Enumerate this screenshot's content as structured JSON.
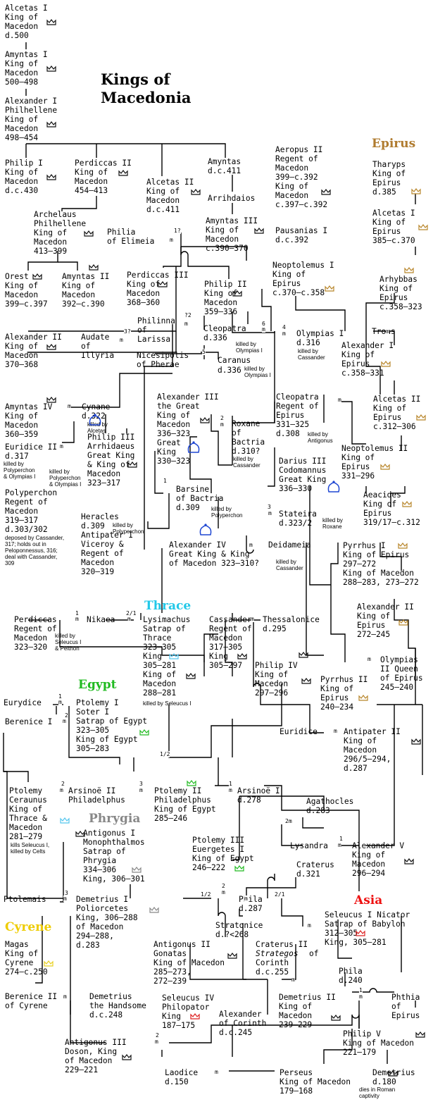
{
  "title": "Kings of\nMacedonia",
  "colors": {
    "line": "#000000",
    "crown_macedon": "#111111",
    "crown_epirus": "#b8862b",
    "crown_thrace": "#55c6ee",
    "crown_egypt": "#22bb22",
    "crown_phrygia": "#888888",
    "crown_asia": "#dd2222",
    "crown_cyrene": "#e8d020",
    "blue_crown": "#1e46d2",
    "region_epirus": "#b07c30",
    "region_thrace": "#22c8e8",
    "region_egypt": "#22bb22",
    "region_phrygia": "#888888",
    "region_asia": "#ee1111",
    "region_cyrene": "#eecc00"
  },
  "regions": {
    "epirus": "Epirus",
    "thrace": "Thrace",
    "egypt": "Egypt",
    "phrygia": "Phrygia",
    "asia": "Asia",
    "cyrene": "Cyrene"
  },
  "people": {
    "alcetas_i": "Alcetas I\nKing of\nMacedon\nd.500",
    "amyntas_i": "Amyntas I\nKing of\nMacedon\n500–498",
    "alexander_i": "Alexander I\nPhilhellene\nKing of\nMacedon\n498–454",
    "philip_i": "Philip I\nKing of\nMacedon\nd.c.430",
    "perdiccas_ii": "Perdiccas II\nKing of\nMacedon\n454–413",
    "alcetas_ii": "Alcetas II\nKing of\nMacedon\nd.c.411",
    "amyntas_m": "Amyntas\nd.c.411",
    "arrihdaios": "Arrihdaios",
    "amyntas_iii": "Amyntas III\nKing of\nMacedon\nc.390–370",
    "archelaus": "Archelaus\nPhilhellene\nKing of\nMacedon\n413–399",
    "philia": "Philia\nof Elimeia",
    "orest": "Orest\nKing of\nMacedon\n399–c.397",
    "amyntas_ii": "Amyntas II\nKing of\nMacedon\n392–c.390",
    "perdiccas_iii": "Perdiccas III\nKing of\nMacedon\n368–360",
    "philip_ii": "Philip II\nKing of\nMacedon\n359–336",
    "philinna": "Philinna\nof\nLarissa",
    "alexander_ii": "Alexander II\nKing of\nMacedon\n370–368",
    "audate": "Audate\nof\nIllyria",
    "cleopatra_a": "Cleopatra",
    "cleopatra_a_d": "d.336",
    "nicesipolis": "Nicesipolis\nof Pherae",
    "caranus": "Caranus",
    "caranus_d": "d.336",
    "amyntas_iv": "Amyntas IV",
    "amyntas_iv_b": "King of\nMacedon\n360–359",
    "cynane": "Cynane\nd.322",
    "euridice_ii": "Euridice II",
    "euridice_ii_d": "d.317",
    "philip_iii": "Philip III\nArrhidaeus\nGreat King\n& King of\nMacedon\n323–317",
    "alexander_iii": "Alexander III\nthe Great\nKing of\nMacedon\n336–323\nGreat\nKing\n330–323",
    "roxane": "Roxane\nof\nBactria\nd.310?",
    "barsine": "Barsine\nof Bactria\nd.309",
    "polyperchon": "Polyperchon\nRegent of\nMacedon\n319–317\nd.303/302",
    "heracles": "Heracles\nd.309",
    "antipater_i": "Antipater I\nViceroy &\nRegent of\nMacedon\n320–319",
    "alexander_iv": "Alexander IV",
    "alexander_iv_b": "Great King & King\nof Macedon 323–310?",
    "deidameia": "Deidameia",
    "aeropus_ii": "Aeropus II\nRegent of\nMacedon\n399–c.392\nKing of\nMacedon\nc.397–c.392",
    "pausanias_i": "Pausanias I\nd.c.392",
    "neoptolemus_i": "Neoptolemus I\nKing of\nEpirus\nc.370–c.358",
    "olympias_i": "Olympias I\nd.316",
    "cleopatra_b": "Cleopatra\nRegent of\nEpirus\n331–325\nd.308",
    "darius_iii": "Darius III\nCodomannus\nGreat King\n336–330",
    "stateira": "Stateira\nd.323/2",
    "tharyps": "Tharyps\nKing of\nEpirus\nd.385",
    "alcetas_i_ep": "Alcetas I\nKing of\nEpirus\n385–c.370",
    "arhybbas": "Arhybbas\nKing of\nEpirus\nc.358–323",
    "troas": "Troas",
    "alexander_i_ep": "Alexander I\nKing of\nEpirus\nc.358–331",
    "alcetas_ii_ep": "Alcetas II\nKing of\nEpirus\nc.312–306",
    "neoptolemus_ii": "Neoptolemus II\nKing of\nEpirus\n331–296",
    "aeacides": "Aeacides\nKing of\nEpirus\n319/17–c.312",
    "pyrrhus_i": "Pyrrhus I\nKing of Epirus\n297–272\nKing of Macedon\n288–283, 273–272",
    "alexander_ii_ep": "Alexander II\nKing of\nEpirus\n272–245",
    "olympias_ii": "Olympias\nII Queen\nof Epirus\n245–240",
    "pyrrhus_ii": "Pyrrhus II\nKing of\nEpirus\n240–234",
    "perdiccas": "Perdiccas\nRegent of\nMacedon\n323–320",
    "nikaea": "Nikaea",
    "lysimachus": "Lysimachus\nSatrap of\nThrace\n323–305\nKing\n305–281\nKing of\nMacedon\n288–281",
    "cassander": "Cassander\nRegent of\nMacedon\n317–305\nKing\n305–297",
    "thessalonice": "Thessalonice\nd.295",
    "philip_iv": "Philip IV\nKing of\nMacedon\n297–296",
    "eurydice": "Eurydice",
    "berenice_i": "Berenice I",
    "ptolemy_i": "Ptolemy I\nSoter I\nSatrap of Egypt\n323–305\nKing of Egypt\n305–283",
    "euridice_b": "Euridice",
    "antipater_ii": "Antipater II\nKing of\nMacedon\n296/5–294,\nd.287",
    "ptolemy_ceraunus": "Ptolemy\nCeraunus\nKing of\nThrace &\nMacedon\n281–279",
    "arsinoe_ii": "Arsinoë II\nPhiladelphus",
    "ptolemy_ii": "Ptolemy II\nPhiladelphus\nKing of Egypt\n285–246",
    "arsinoe_i": "Arsinoë I\nd.278",
    "agathocles": "Agathocles\nd.283",
    "lysandra": "Lysandra",
    "alexander_v": "Alexander V\nKing of\nMacedon\n296–294",
    "antigonus_i": "Antigonus I\nMonophthalmos\nSatrap of\nPhrygia\n334–306\nKing, 306–301",
    "ptolemy_iii": "Ptolemy III\nEuergetes I\nKing of Egypt\n246–222",
    "craterus": "Craterus\nd.321",
    "ptolemais": "Ptolemais",
    "demetrius_i": "Demetrius I\nPoliorcetes\nKing, 306–288\nof Macedon\n294–288,\nd.283",
    "phila": "Phila\nd.287",
    "seleucus_i": "Seleucus I Nicator\nSatrap of Babylon\n312–305\nKing, 305–281",
    "stratonice": "Stratonice\nd.?<268",
    "craterus_ii_a": "Craterus II",
    "craterus_ii_b": "Strategos",
    "craterus_ii_c": "of\nCorinth\nd.c.255",
    "antigonus_ii": "Antigonus II\nGonatas\nKing of Macedon\n285–273,\n272–239",
    "magas": "Magas\nKing of\nCyrene\n274–c.250",
    "berenice_ii": "Berenice II\nof Cyrene",
    "demetrius_handsome": "Demetrius\nthe Handsome\nd.c.248",
    "seleucus_iv": "Seleucus IV\nPhilopator\nKing\n187–175",
    "alexander_corinth": "Alexander\nof Corinth\nd.c.245",
    "phila_2": "Phila\nd.240",
    "demetrius_ii": "Demetrius II\nKing of\nMacedon\n239–229",
    "phthia": "Phthia\nof\nEpirus",
    "antigonus_iii": "Antigonus III\nDoson, King\nof Macedon\n229–221",
    "philip_v": "Philip V\nKing of Macedon\n221–179",
    "laodice": "Laodice\nd.150",
    "perseus": "Perseus\nKing of Macedon\n179–168",
    "demetrius_last": "Demetrius\nd.180"
  },
  "notes": {
    "cleo_a": "killed by\nOlympias I",
    "olympias_i": "killed by\nCassander",
    "caranus": "killed by\nOlympias I",
    "cynane": "killed by\nAlcetas",
    "euridice_1": "killed by\nPolyperchon\n& Olympias I",
    "euridice_2": "killed by\nPolyperchon\n& Olympias I",
    "roxane": "killed by\nCassander",
    "cleopatra_b": "killed by\nAntigonus",
    "stateira": "killed by\nRoxane",
    "barsine": "killed by\nPolyperchon",
    "heracles": "killed by\nPolyperchon",
    "polyperchon": "deposed by Cassander,\n317; holds out in\nPeloponnessus, 316;\ndeal with Cassander,\n309",
    "alexander_iv": "killed by\nCassander",
    "perdiccas": "killed by\nSeleucus I\n& Peithon",
    "lysimachus": "killed by Seleucus I",
    "ceraunus": "kills Seleucus I,\nkilled by Celts",
    "perseus": "dies in Roman\ncaptivity"
  },
  "marks": {
    "m": "m",
    "m1q": "1?",
    "m3q": "3?",
    "m2q": "?2",
    "m6": "6",
    "m4": "4",
    "m5": "5",
    "m2": "2",
    "m3": "3",
    "m1": "1",
    "m21": "2/1",
    "m12": "1/2",
    "m2m": "2m"
  }
}
